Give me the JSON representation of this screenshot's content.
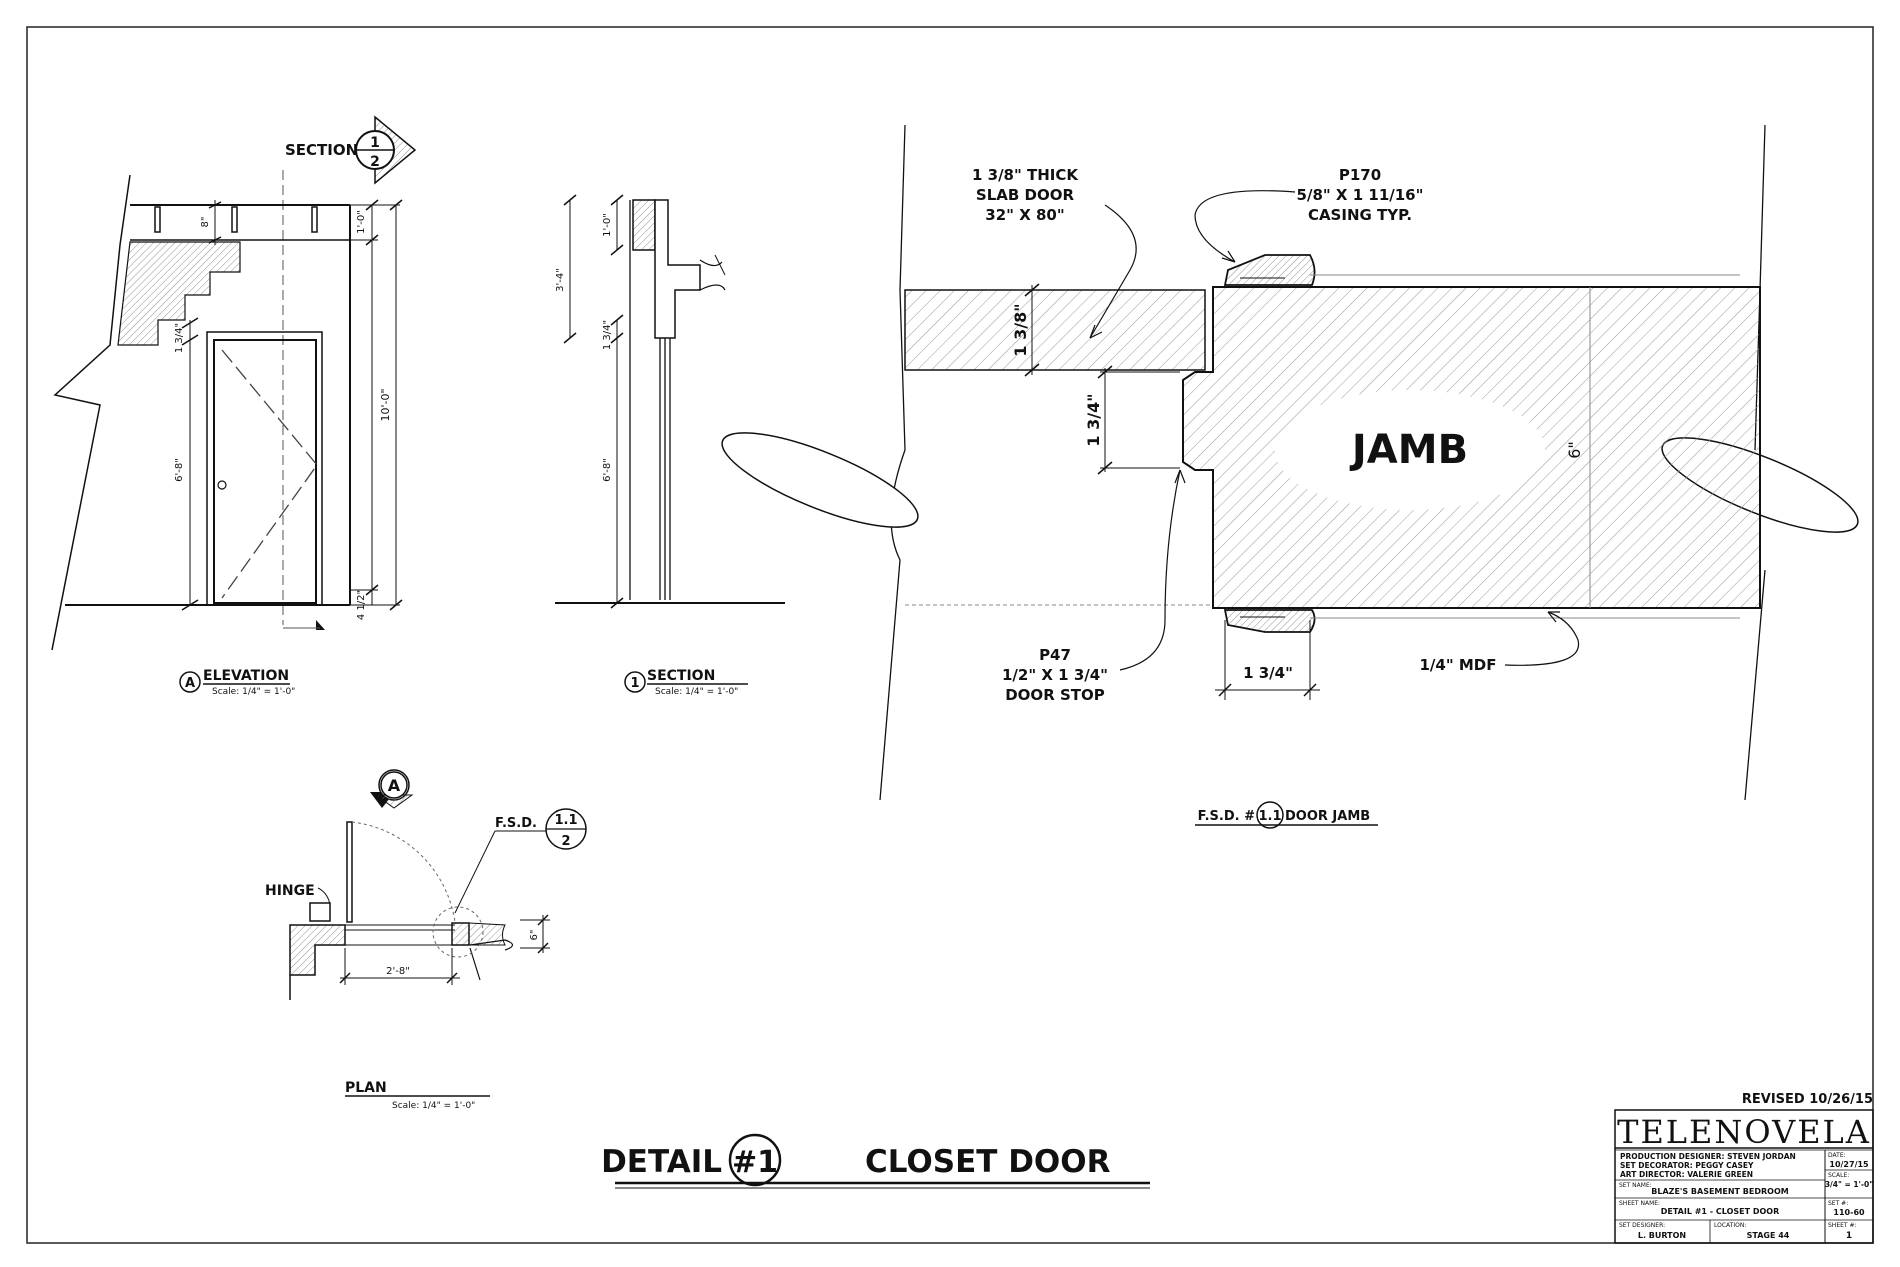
{
  "elevation": {
    "section_label": "SECTION",
    "section_num": "1",
    "section_sheet": "2",
    "dims": [
      "8\"",
      "1'-0\"",
      "10'-0\"",
      "1 3/4\"",
      "6'-8\"",
      "4 1/2\""
    ],
    "title_letter": "A",
    "title": "ELEVATION",
    "scale": "Scale: 1/4\" = 1'-0\""
  },
  "section": {
    "dims": [
      "1'-0\"",
      "3'-4\"",
      "1 3/4\"",
      "6'-8\""
    ],
    "title_num": "1",
    "title": "SECTION",
    "scale": "Scale: 1/4\" = 1'-0\""
  },
  "plan": {
    "marker": "A",
    "hinge": "HINGE",
    "fsd_label": "F.S.D.",
    "fsd_num": "1.1",
    "fsd_sheet": "2",
    "dim_width": "2'-8\"",
    "dim_depth": "6\"",
    "title": "PLAN",
    "scale": "Scale: 1/4\" = 1'-0\""
  },
  "jamb": {
    "door_note": [
      "1 3/8\" THICK",
      "SLAB DOOR",
      "32\" X 80\""
    ],
    "casing_note": [
      "P170",
      "5/8\" X 1 11/16\"",
      "CASING TYP."
    ],
    "stop_note": [
      "P47",
      "1/2\" X 1 3/4\"",
      "DOOR STOP"
    ],
    "mdf_note": "1/4\" MDF",
    "jamb_label": "JAMB",
    "dim_door": "1 3/8\"",
    "dim_stop": "1 3/4\"",
    "dim_bottom": "1 3/4\"",
    "dim_jamb": "6\"",
    "title_prefix": "F.S.D. #",
    "title_num": "1.1",
    "title_suffix": "DOOR JAMB"
  },
  "sheet_title": {
    "left": "DETAIL",
    "num": "#1",
    "right": "CLOSET DOOR"
  },
  "title_block": {
    "revised": "REVISED 10/26/15",
    "show": "TELENOVELA",
    "production_designer": "PRODUCTION DESIGNER: STEVEN JORDAN",
    "set_decorator": "SET DECORATOR: PEGGY CASEY",
    "art_director": "ART DIRECTOR: VALERIE GREEN",
    "date_label": "DATE:",
    "date": "10/27/15",
    "scale_label": "SCALE:",
    "scale": "3/4\" = 1'-0\"",
    "set_name_label": "SET NAME:",
    "set_name": "BLAZE'S BASEMENT BEDROOM",
    "set_num_label": "SET #:",
    "set_num": "110-60",
    "sheet_name_label": "SHEET NAME:",
    "sheet_name": "DETAIL #1 - CLOSET DOOR",
    "designer_label": "SET DESIGNER:",
    "designer": "L. BURTON",
    "location_label": "LOCATION:",
    "location": "STAGE 44",
    "sheet_num_label": "SHEET #:",
    "sheet_num": "1"
  }
}
